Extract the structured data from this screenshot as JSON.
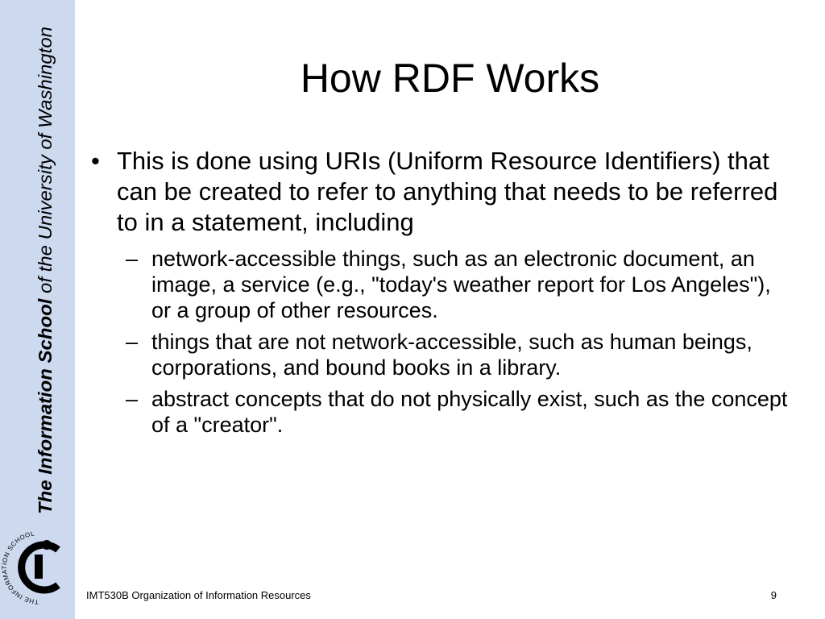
{
  "sidebar": {
    "vertical_title": {
      "bold_part": "The Information School",
      "rest_part": " of the University of Washington"
    },
    "logo_ring_text": "THE INFORMATION SCHOOL",
    "background_color": "#ccd9ee"
  },
  "slide": {
    "title": "How RDF Works",
    "bullet_marker": "•",
    "sub_marker": "–",
    "bullet": {
      "text": "This is done using URIs (Uniform Resource Identifiers) that can be created to refer to anything that needs to be referred to in a statement, including"
    },
    "sub_items": [
      {
        "text": "network-accessible things, such as an electronic document, an image, a service (e.g., \"today's weather report for Los Angeles\"), or a group of other resources."
      },
      {
        "text": "things that are not network-accessible, such as human beings, corporations, and bound books in a library."
      },
      {
        "text": "abstract concepts that do not physically exist, such as the concept of a \"creator\"."
      }
    ]
  },
  "footer": {
    "course": "IMT530B Organization of Information Resources",
    "page_number": "9"
  }
}
